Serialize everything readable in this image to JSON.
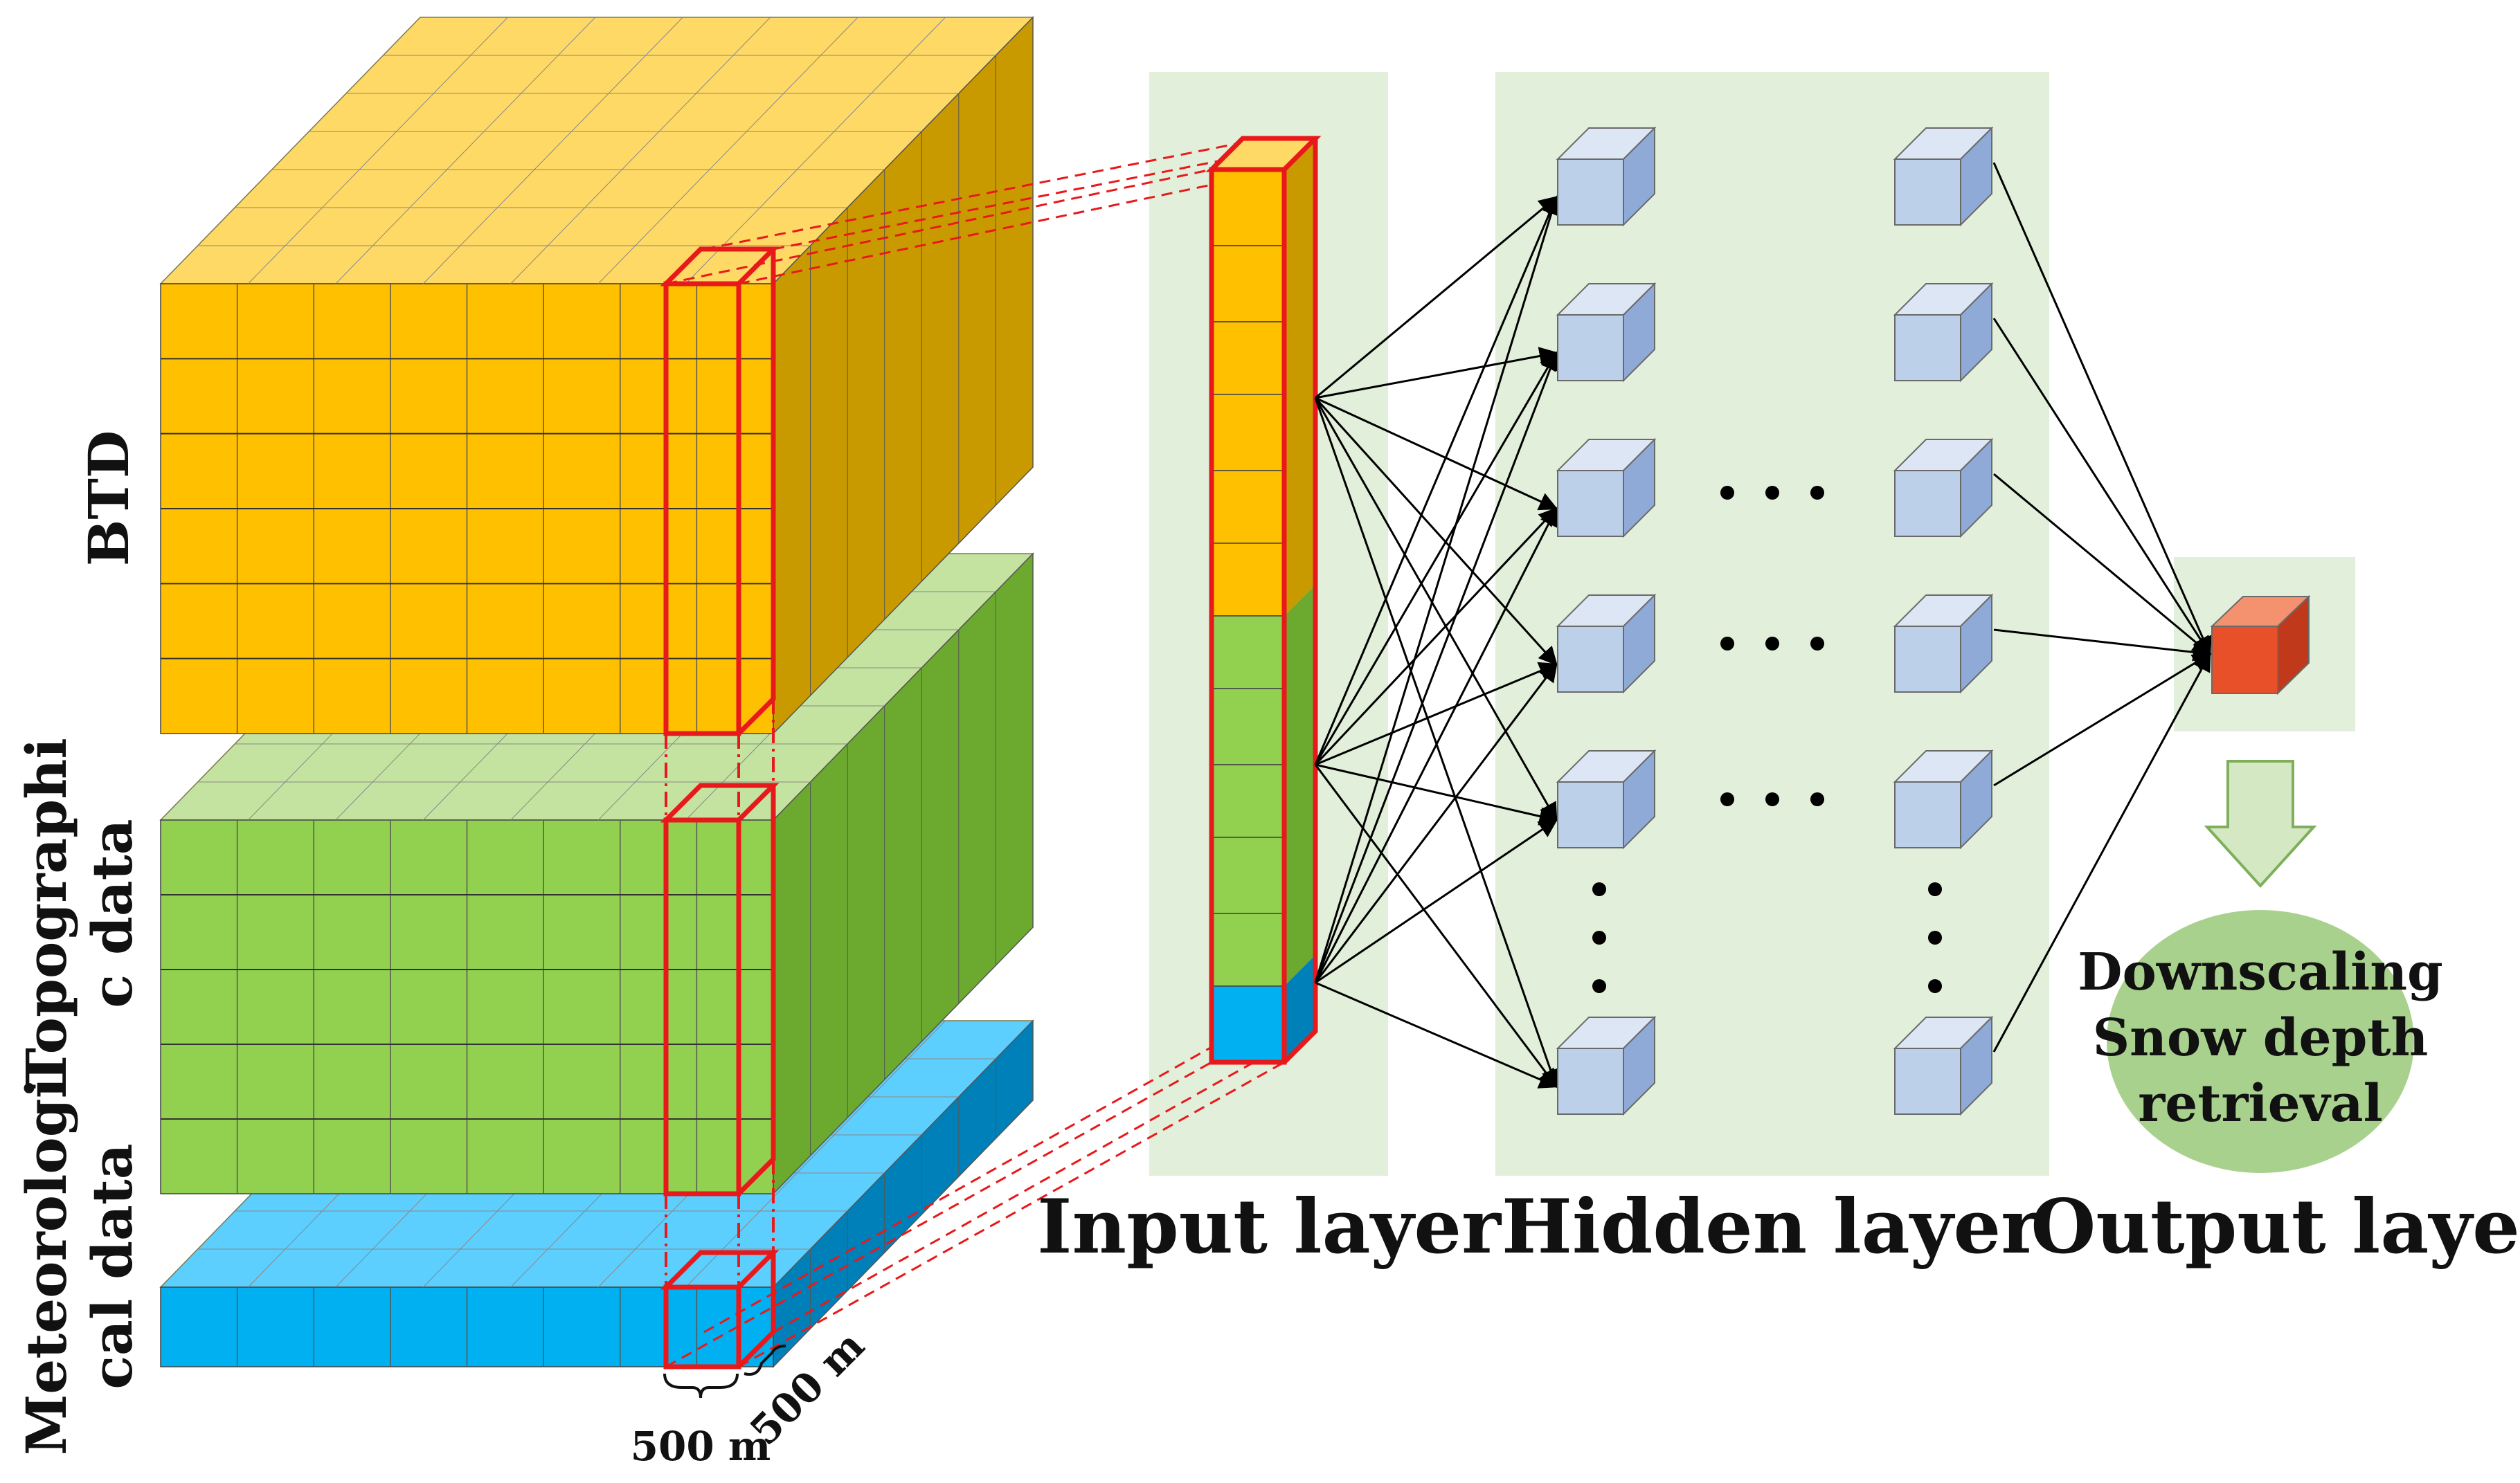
{
  "labels": {
    "btd": "BTD",
    "topo_line1": "Topographi",
    "topo_line2": "c data",
    "met_line1": "Meteorologi",
    "met_line2": "cal data",
    "scale_front": "500 m",
    "scale_side": "500 m",
    "input_layer": "Input layer",
    "hidden_layer": "Hidden layer",
    "output_layer": "Output layer",
    "output_line1": "Downscaling",
    "output_line2": "Snow depth",
    "output_line3": "retrieval"
  },
  "colors": {
    "btd_front": "#FFC000",
    "btd_top": "#FFD966",
    "btd_side": "#C99A00",
    "topo_front": "#92D050",
    "topo_top": "#C5E3A0",
    "topo_side": "#6BAA2E",
    "met_front": "#00B0F0",
    "met_top": "#5CCFFF",
    "met_side": "#0080B8",
    "highlight": "#E8191A",
    "panel_bg": "#E2EFDA",
    "node_front": "#BDD0EA",
    "node_top": "#DCE6F5",
    "node_side": "#8FAAD6",
    "output_node": "#E8502A",
    "output_oval": "#A9D18E",
    "arrow_fill": "#D5E8C4",
    "arrow_stroke": "#7FAF5A"
  },
  "icons": [
    "cube-node-icon",
    "down-arrow-icon",
    "ellipsis-icon"
  ]
}
